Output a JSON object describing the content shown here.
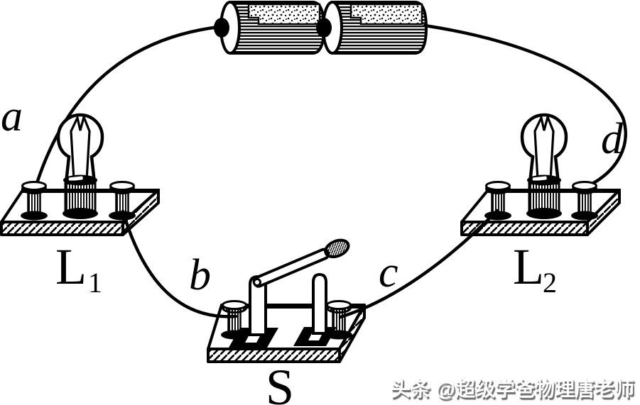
{
  "diagram": {
    "kind": "series-circuit-experiment",
    "battery": {
      "cells": 2
    },
    "terminals": {
      "a": "a",
      "b": "b",
      "c": "c",
      "d": "d"
    },
    "lamp1": {
      "label": "L",
      "subscript": "1"
    },
    "lamp2": {
      "label": "L",
      "subscript": "2"
    },
    "switch": {
      "label": "S"
    }
  },
  "watermark": {
    "text": "头条 @超级学爸物理唐老师"
  },
  "colors": {
    "ink": "#000000",
    "background": "#ffffff",
    "watermark_fill": "#ffffff",
    "watermark_shadow": "#6e6e6e"
  }
}
